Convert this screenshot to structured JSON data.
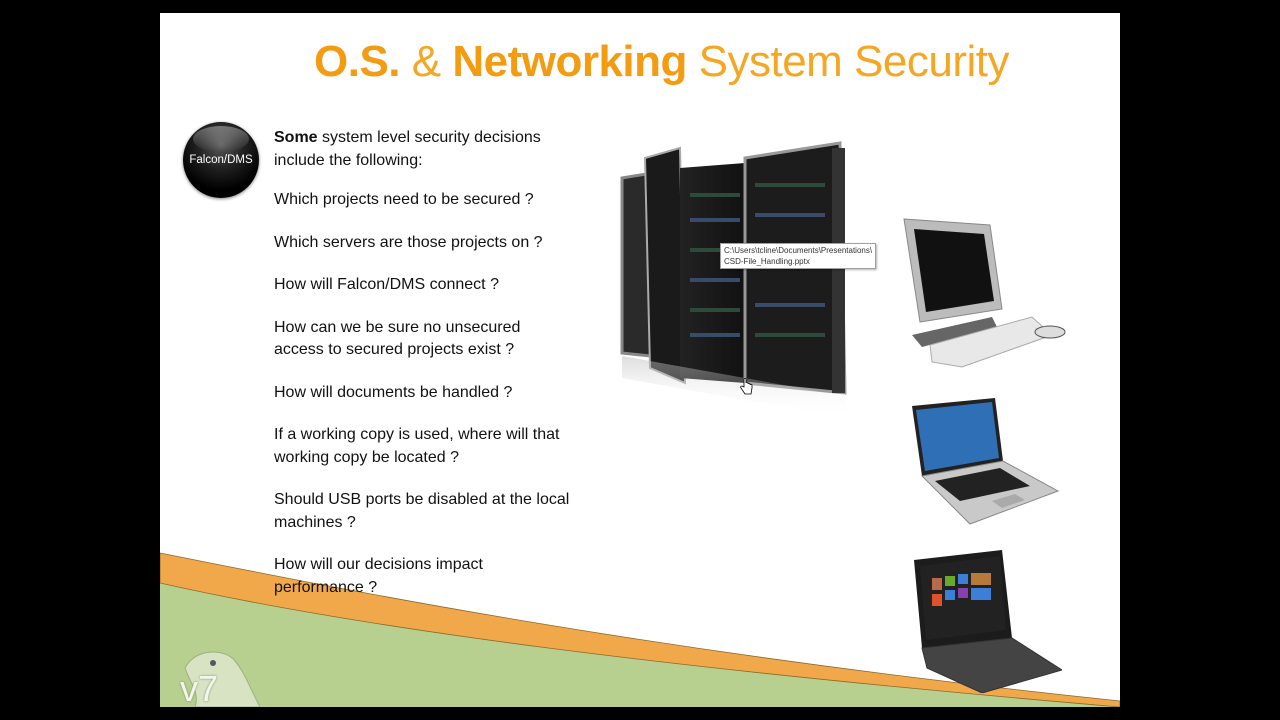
{
  "slide": {
    "title": {
      "part1_bold": "O.S. ",
      "part2": "& ",
      "part3_bold": "Networking",
      "part4": " System Security"
    },
    "badge_label": "Falcon/DMS",
    "intro": {
      "bold": "Some",
      "rest": " system level security decisions include the following:"
    },
    "questions": [
      "Which projects need to be secured ?",
      "Which servers are those projects on ?",
      "How will Falcon/DMS connect ?",
      "How can we be sure no unsecured access to secured projects exist ?",
      "How will documents be handled ?",
      "If a working copy is used, where will that working copy be located ?",
      "Should USB ports be disabled at the local machines ?",
      "How will our decisions impact performance ?"
    ],
    "tooltip": {
      "line1": "C:\\Users\\tcline\\Documents\\Presentations\\",
      "line2": "CSD-File_Handling.pptx"
    },
    "logo_text": "v7",
    "images": [
      "server-rack-image",
      "desktop-computer-image",
      "laptop-image",
      "tablet-image"
    ],
    "colors": {
      "title_orange": "#f39c12",
      "swoosh_orange": "#f0a84a",
      "swoosh_green": "#b7cf8f"
    }
  }
}
